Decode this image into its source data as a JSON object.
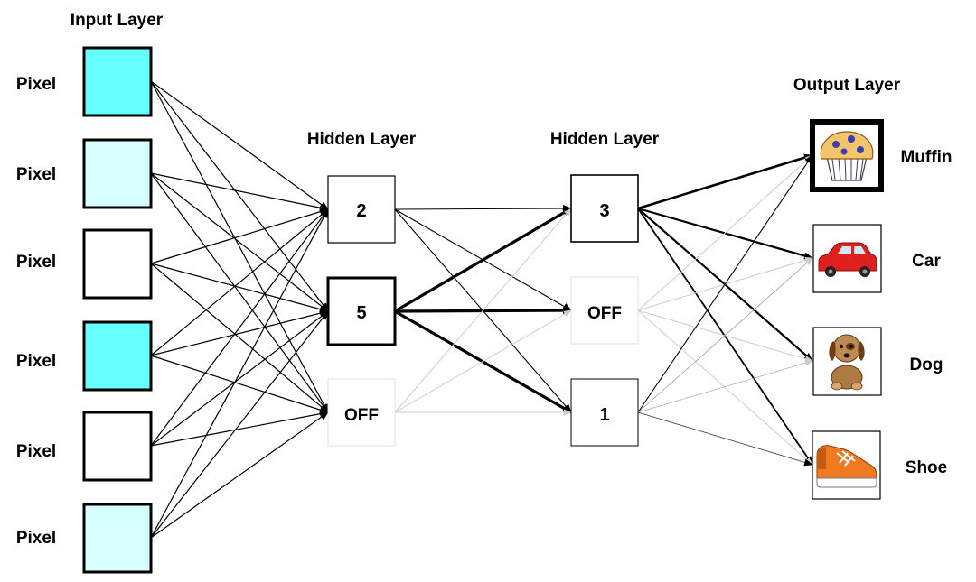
{
  "layer_titles": {
    "input": "Input Layer",
    "hidden1": "Hidden Layer",
    "hidden2": "Hidden Layer",
    "output": "Output Layer"
  },
  "input_nodes": [
    {
      "label": "Pixel",
      "fill": "#66ffff"
    },
    {
      "label": "Pixel",
      "fill": "#d6ffff"
    },
    {
      "label": "Pixel",
      "fill": "#ffffff"
    },
    {
      "label": "Pixel",
      "fill": "#66ffff"
    },
    {
      "label": "Pixel",
      "fill": "#ffffff"
    },
    {
      "label": "Pixel",
      "fill": "#d6ffff"
    }
  ],
  "hidden1_nodes": [
    {
      "value": "2",
      "active": true
    },
    {
      "value": "5",
      "active": true,
      "emphasis": true
    },
    {
      "value": "OFF",
      "active": false
    }
  ],
  "hidden2_nodes": [
    {
      "value": "3",
      "active": true
    },
    {
      "value": "OFF",
      "active": false
    },
    {
      "value": "1",
      "active": true
    }
  ],
  "output_nodes": [
    {
      "label": "Muffin",
      "icon": "muffin-icon",
      "selected": true
    },
    {
      "label": "Car",
      "icon": "car-icon",
      "selected": false
    },
    {
      "label": "Dog",
      "icon": "dog-icon",
      "selected": false
    },
    {
      "label": "Shoe",
      "icon": "shoe-icon",
      "selected": false
    }
  ],
  "colors": {
    "active_edge": "#000000",
    "inactive_edge": "#dddddd",
    "pixel_strong": "#66ffff",
    "pixel_light": "#d6ffff"
  }
}
